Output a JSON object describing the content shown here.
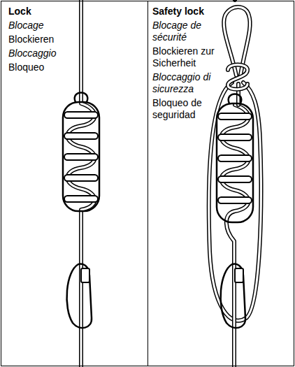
{
  "diagram": {
    "nodes": [
      {
        "text": [
          "Lock",
          "Blocage",
          "Blockieren",
          "Bloccaggio",
          "Bloqueo"
        ]
      },
      {
        "text": [
          "Safety lock",
          "Blocage de sécurité",
          "Blockieren zur Sicherheit",
          "Bloccaggio di sicurezza",
          "Bloqueo de seguridad"
        ]
      }
    ]
  }
}
